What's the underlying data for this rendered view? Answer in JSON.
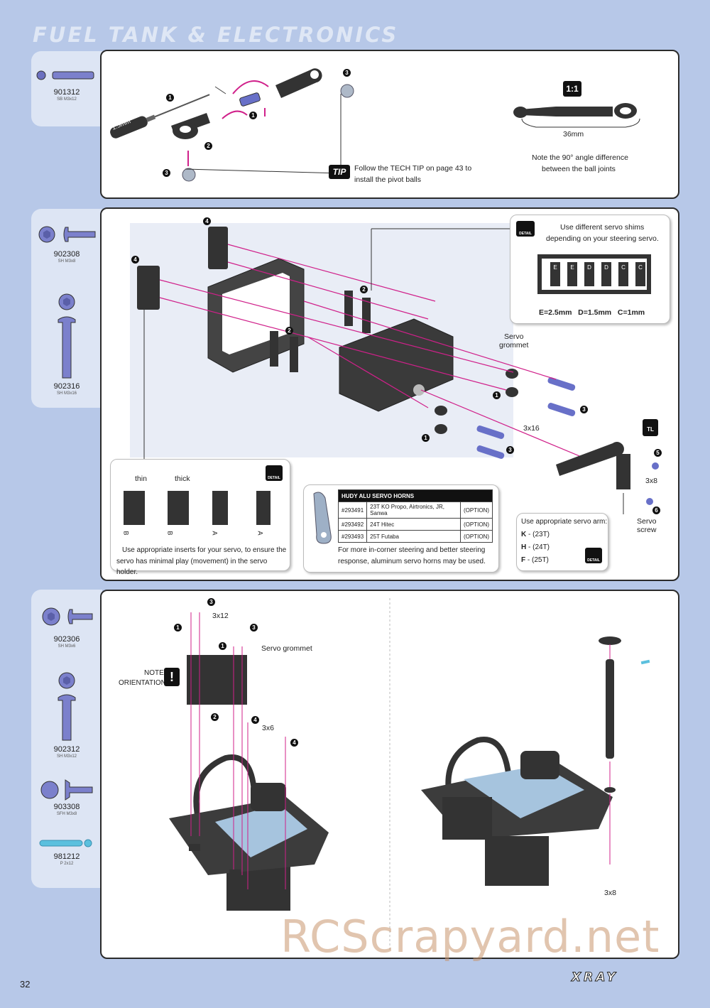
{
  "page_title": "FUEL TANK & ELECTRONICS",
  "page_number": "32",
  "brand_logo": "XRAY",
  "watermark": "RCScrapyard.net",
  "section1": {
    "parts": [
      {
        "num": "901312",
        "spec": "SB M3x12"
      }
    ],
    "steps": [
      "1",
      "1",
      "2",
      "3",
      "3"
    ],
    "tool_label": "1.5mm",
    "tip_badge": "TIP",
    "tip_text_1": "Follow the TECH TIP on page 43 to",
    "tip_text_2": "install the pivot balls",
    "scale_badge": "1:1",
    "length": "36mm",
    "note_1": "Note the 90° angle difference",
    "note_2": "between the ball joints"
  },
  "section2": {
    "parts": [
      {
        "num": "902308",
        "spec": "SH M3x8"
      },
      {
        "num": "902316",
        "spec": "SH M3x16"
      }
    ],
    "steps": [
      "4",
      "4",
      "2",
      "2",
      "1",
      "1",
      "3",
      "3",
      "5",
      "6"
    ],
    "shim_note_1": "Use different servo shims",
    "shim_note_2": "depending on your steering servo.",
    "shim_letters": [
      "E",
      "E",
      "D",
      "D",
      "C",
      "C"
    ],
    "shim_sizes": "E=2.5mm   D=1.5mm   C=1mm",
    "detail_label": "DETAIL",
    "servo_grommet": "Servo\ngrommet",
    "screw_3x16": "3x16",
    "screw_3x8": "3x8",
    "servo_screw": "Servo\nscrew",
    "tl_badge": "TL",
    "inserts": {
      "thin": "thin",
      "thick": "thick",
      "letters": [
        "B",
        "B",
        "A",
        "A"
      ],
      "note_1": "Use appropriate inserts for your servo, to ensure the",
      "note_2": "servo has minimal play (movement) in the servo holder."
    },
    "horns": {
      "title": "HUDY ALU SERVO HORNS",
      "rows": [
        {
          "code": "#293491",
          "desc": "23T KO Propo, Airtronics, JR, Sanwa",
          "opt": "(OPTION)"
        },
        {
          "code": "#293492",
          "desc": "24T Hitec",
          "opt": "(OPTION)"
        },
        {
          "code": "#293493",
          "desc": "25T Futaba",
          "opt": "(OPTION)"
        }
      ],
      "note_1": "For more in-corner steering and better steering",
      "note_2": "response, aluminum servo horns may be used."
    },
    "arm": {
      "title": "Use appropriate servo arm:",
      "k": "K",
      "k_val": " - (23T)",
      "h": "H",
      "h_val": " - (24T)",
      "f": "F",
      "f_val": " - (25T)"
    }
  },
  "section3": {
    "parts": [
      {
        "num": "902306",
        "spec": "SH M3x6"
      },
      {
        "num": "902312",
        "spec": "SH M3x12"
      },
      {
        "num": "903308",
        "spec": "SFH M3x8"
      },
      {
        "num": "981212",
        "spec": "P 2x12"
      }
    ],
    "steps": [
      "3",
      "1",
      "3",
      "1",
      "2",
      "4",
      "4"
    ],
    "screw_3x12": "3x12",
    "screw_3x6": "3x6",
    "screw_3x8": "3x8",
    "servo_grommet": "Servo grommet",
    "note_1": "NOTE",
    "note_2": "ORIENTATION",
    "note_icon": "!"
  }
}
